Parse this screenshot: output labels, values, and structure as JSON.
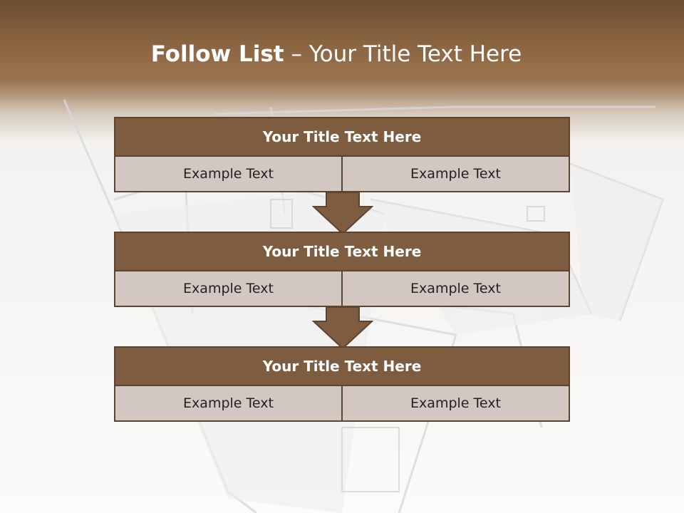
{
  "slide": {
    "title_bold": "Follow List",
    "title_rest": " – Your Title Text Here"
  },
  "blocks": [
    {
      "title": "Your Title Text Here",
      "cells": [
        "Example Text",
        "Example Text"
      ]
    },
    {
      "title": "Your Title Text Here",
      "cells": [
        "Example Text",
        "Example Text"
      ]
    },
    {
      "title": "Your Title Text Here",
      "cells": [
        "Example Text",
        "Example Text"
      ]
    }
  ],
  "colors": {
    "header_band": "#8a6441",
    "block_title_fill": "#7e5c3f",
    "block_cell_fill": "#d3c7c2",
    "border": "#5d4430"
  }
}
